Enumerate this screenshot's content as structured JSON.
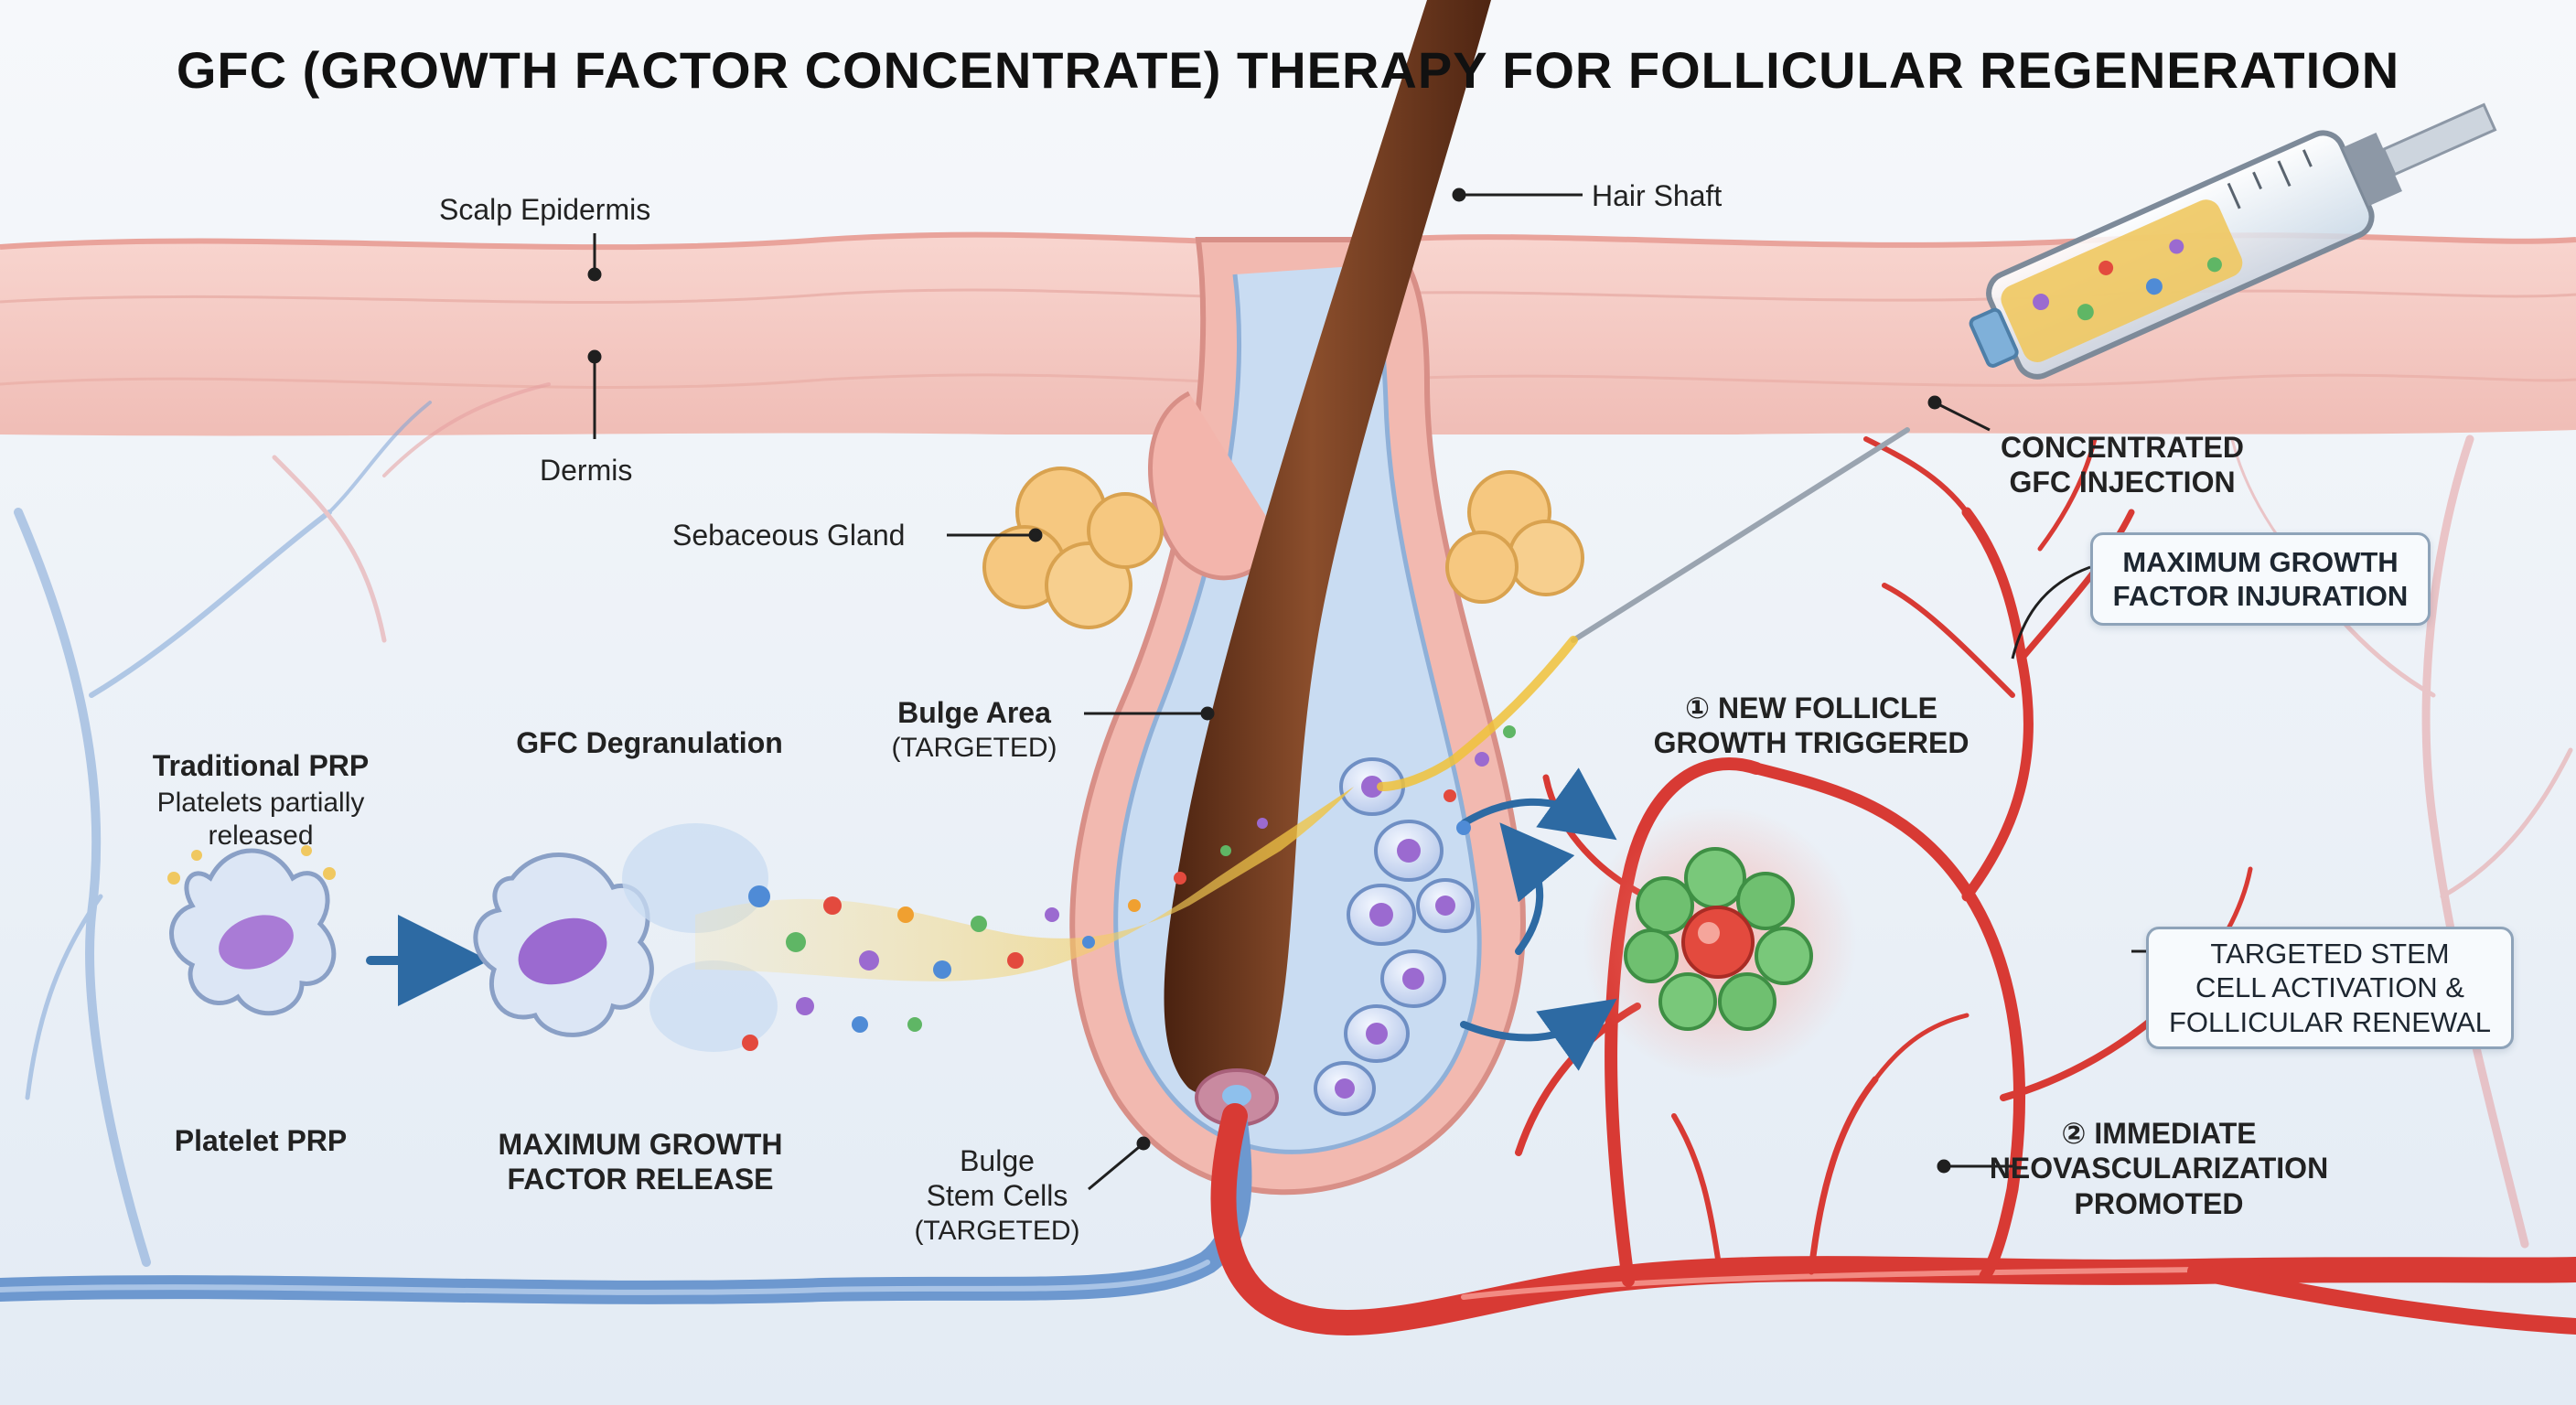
{
  "title": "GFC (GROWTH FACTOR CONCENTRATE) THERAPY FOR FOLLICULAR REGENERATION",
  "colors": {
    "background": "#eef3f8",
    "skin": "#f4c4bd",
    "vessel_red": "#d83a34",
    "vessel_blue": "#6d98cf",
    "hair_shaft": "#6e3b21",
    "gland": "#f6c880",
    "serum": "#f0c860",
    "stem_cell": "#9fc0e8",
    "platelet_nucleus": "#9b6ad0"
  },
  "labels": {
    "scalp_epidermis": "Scalp Epidermis",
    "dermis": "Dermis",
    "sebaceous_gland": "Sebaceous Gland",
    "hair_shaft": "Hair Shaft",
    "bulge_area": "Bulge Area",
    "bulge_area_sub": "(TARGETED)",
    "bulge_stem_cells": "Bulge\nStem Cells",
    "bulge_stem_cells_sub": "(TARGETED)",
    "traditional_prp": "Traditional PRP",
    "traditional_prp_sub": "Platelets partially\nreleased",
    "platelet_prp": "Platelet PRP",
    "gfc_degranulation": "GFC Degranulation",
    "max_release": "MAXIMUM GROWTH\nFACTOR RELEASE",
    "injection": "CONCENTRATED\nGFC INJECTION",
    "new_follicle": "① NEW FOLLICLE\nGROWTH TRIGGERED",
    "neovascularization": "② IMMEDIATE\nNEOVASCULARIZATION\nPROMOTED"
  },
  "callouts": {
    "max_injuration": "MAXIMUM GROWTH\nFACTOR INJURATION",
    "stem_activation": "TARGETED STEM\nCELL ACTIVATION &\nFOLLICULAR RENEWAL"
  },
  "icons": [
    "syringe-icon",
    "platelet-icon",
    "degranulating-platelet-icon",
    "arrow-right-icon",
    "hair-follicle-icon",
    "new-follicle-icon"
  ]
}
